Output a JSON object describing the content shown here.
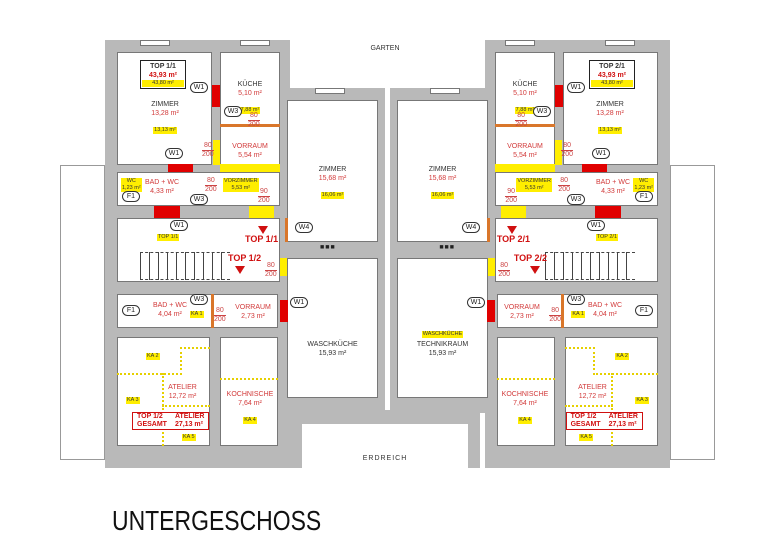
{
  "labels": {
    "garden": "GARTEN",
    "soil": "ERDREICH",
    "title": "UNTERGESCHOSS"
  },
  "halves": [
    {
      "top_unit": "TOP 1/1",
      "unit_area": "43,93 m²",
      "unit_area_alt": "43,80 m²",
      "room_name": "ZIMMER",
      "room_area": "13,28 m²",
      "room_area_alt": "13,13 m²",
      "kitchen_name": "KÜCHE",
      "kitchen_area": "5,10 m²",
      "kitchen_area_alt": "7,88 m²",
      "hall_name": "VORRAUM",
      "hall_area": "5,54 m²",
      "room2_name": "ZIMMER",
      "room2_area": "15,68 m²",
      "room2_area_alt": "16,06 m²",
      "bath_name": "BAD + WC",
      "bath_area": "4,33 m²",
      "wc_name": "WC",
      "wc_area": "1,23 m²",
      "anteroom_name": "VORZIMMER",
      "anteroom_area": "5,53 m²",
      "door_w": "80",
      "door_w2": "90",
      "door_h": "200",
      "entry1": "TOP 1/1",
      "entry1_small": "TOP 1/1",
      "entry2": "TOP 1/2",
      "w1": "W1",
      "w3": "W3",
      "w4": "W4",
      "f1": "F1",
      "squares": "■■■",
      "bath2_name": "BAD + WC",
      "bath2_area": "4,04 m²",
      "hall2_name": "VORRAUM",
      "hall2_area": "2,73 m²",
      "ka1": "KA 1",
      "ka2": "KA 2",
      "ka3": "KA 3",
      "ka4": "KA 4",
      "ka5": "KA 5",
      "atelier_name": "ATELIER",
      "atelier_area": "12,72 m²",
      "total_l1": "TOP 1/2",
      "total_l2": "GESAMT",
      "total_r1": "ATELIER",
      "total_r2": "27,13 m²",
      "kitchenette_name": "KOCHNISCHE",
      "kitchenette_area": "7,64 m²",
      "laundry_name": "WASCHKÜCHE",
      "laundry_area": "15,93 m²"
    },
    {
      "top_unit": "TOP 2/1",
      "unit_area": "43,93 m²",
      "unit_area_alt": "43,80 m²",
      "room_name": "ZIMMER",
      "room_area": "13,28 m²",
      "room_area_alt": "13,13 m²",
      "kitchen_name": "KÜCHE",
      "kitchen_area": "5,10 m²",
      "kitchen_area_alt": "7,88 m²",
      "hall_name": "VORRAUM",
      "hall_area": "5,54 m²",
      "room2_name": "ZIMMER",
      "room2_area": "15,68 m²",
      "room2_area_alt": "16,06 m²",
      "bath_name": "BAD + WC",
      "bath_area": "4,33 m²",
      "wc_name": "WC",
      "wc_area": "1,23 m²",
      "anteroom_name": "VORZIMMER",
      "anteroom_area": "5,53 m²",
      "door_w": "80",
      "door_w2": "90",
      "door_h": "200",
      "entry1": "TOP 2/1",
      "entry1_small": "TOP 2/1",
      "entry2": "TOP 2/2",
      "w1": "W1",
      "w3": "W3",
      "w4": "W4",
      "f1": "F1",
      "squares": "■■■",
      "bath2_name": "BAD + WC",
      "bath2_area": "4,04 m²",
      "hall2_name": "VORRAUM",
      "hall2_area": "2,73 m²",
      "ka1": "KA 1",
      "ka2": "KA 2",
      "ka3": "KA 3",
      "ka4": "KA 4",
      "ka5": "KA 5",
      "atelier_name": "ATELIER",
      "atelier_area": "12,72 m²",
      "total_l1": "TOP 1/2",
      "total_l2": "GESAMT",
      "total_r1": "ATELIER",
      "total_r2": "27,13 m²",
      "kitchenette_name": "KOCHNISCHE",
      "kitchenette_area": "7,64 m²",
      "laundry_tag": "WASCHKÜCHE",
      "laundry_name": "TECHNIKRAUM",
      "laundry_area": "15,93 m²"
    }
  ]
}
